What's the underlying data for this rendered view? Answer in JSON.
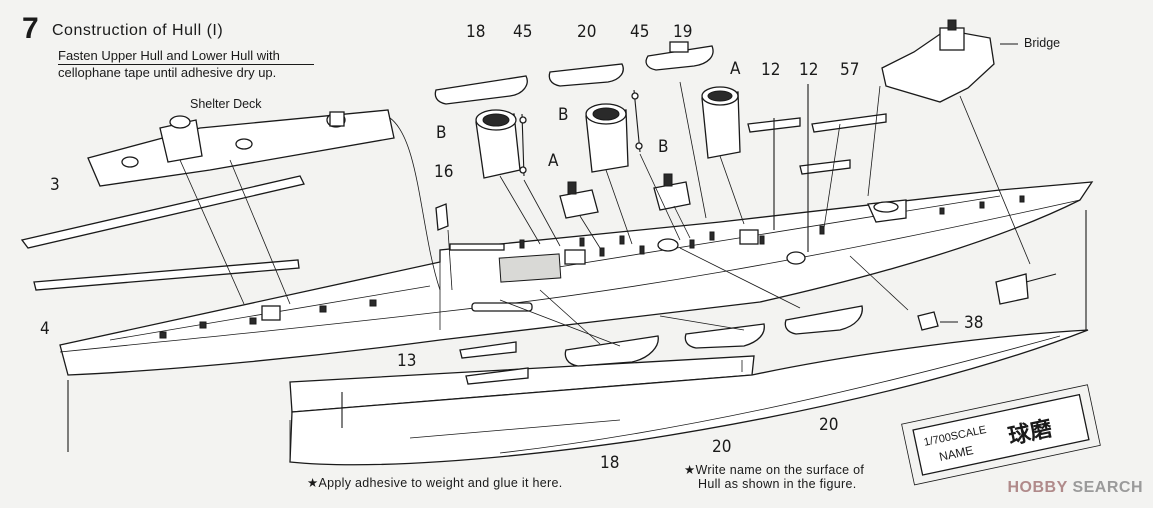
{
  "step": {
    "number": "7",
    "title": "Construction of Hull (I)"
  },
  "notes": {
    "tape_line1": "Fasten Upper Hull and Lower Hull with",
    "tape_line2": "cellophane tape until adhesive dry up.",
    "weight": "★Apply adhesive to weight and glue it here.",
    "name_line1": "★Write name on the surface of",
    "name_line2": "Hull as shown in the figure."
  },
  "labels": {
    "shelter_deck": "Shelter Deck",
    "bridge": "Bridge"
  },
  "part_numbers": {
    "p3": "3",
    "p4": "4",
    "p13": "13",
    "p16": "16",
    "p18_top": "18",
    "p18_bottom": "18",
    "p19": "19",
    "p20_top": "20",
    "p20_mid": "20",
    "p20_right": "20",
    "p45_left": "45",
    "p45_right": "45",
    "p12_left": "12",
    "p12_right": "12",
    "p57": "57",
    "p38": "38",
    "a_left": "A",
    "a_right": "A",
    "b_left": "B",
    "b_mid": "B",
    "b_right": "B"
  },
  "name_plate": {
    "scale": "1/700SCALE",
    "name_label": "NAME",
    "ship_name": "球磨"
  },
  "watermark": {
    "brand": "HOBBY",
    "brand2": "SEARCH"
  }
}
